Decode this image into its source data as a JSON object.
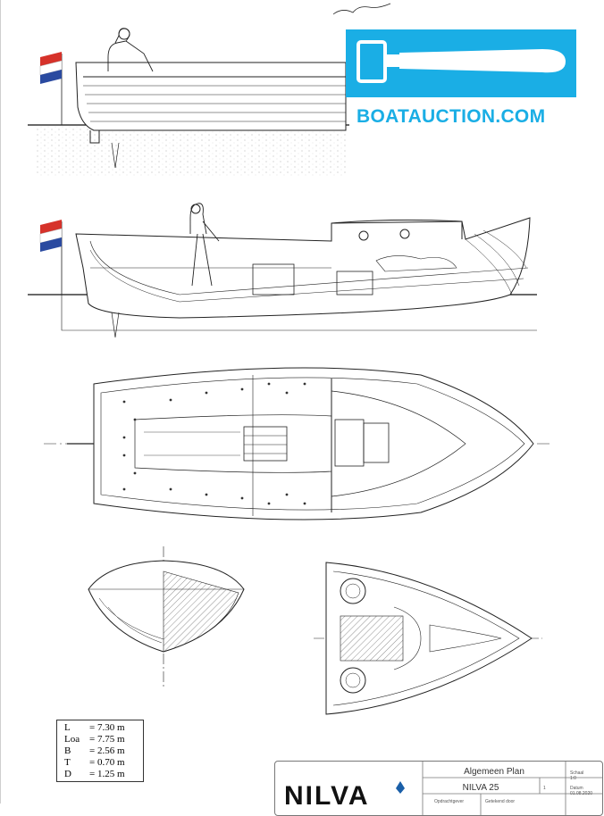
{
  "watermark": {
    "brand_text": "BOATAUCTION.COM",
    "brand_color": "#1aaee5",
    "icon": "gavel-icon"
  },
  "specs": {
    "rows": [
      {
        "key": "L",
        "value": "= 7.30 m"
      },
      {
        "key": "Loa",
        "value": "= 7.75 m"
      },
      {
        "key": "B",
        "value": "= 2.56 m"
      },
      {
        "key": "T",
        "value": "= 0.70 m"
      },
      {
        "key": "D",
        "value": "= 1.25 m"
      }
    ]
  },
  "title_block": {
    "brand": "NILVA",
    "drawing_title": "Algemeen Plan",
    "model": "NILVA 25",
    "cell_client": "Opdrachtgever",
    "cell_drawn": "Getekend door",
    "cell_sheet": "Schaal",
    "cell_scale_val": "1:0",
    "cell_sheet_no": "1",
    "cell_date_lbl": "Datum",
    "cell_date_val": "01.08.2020"
  },
  "flag_colors": [
    "#d6322a",
    "#ffffff",
    "#2a4aa0"
  ]
}
